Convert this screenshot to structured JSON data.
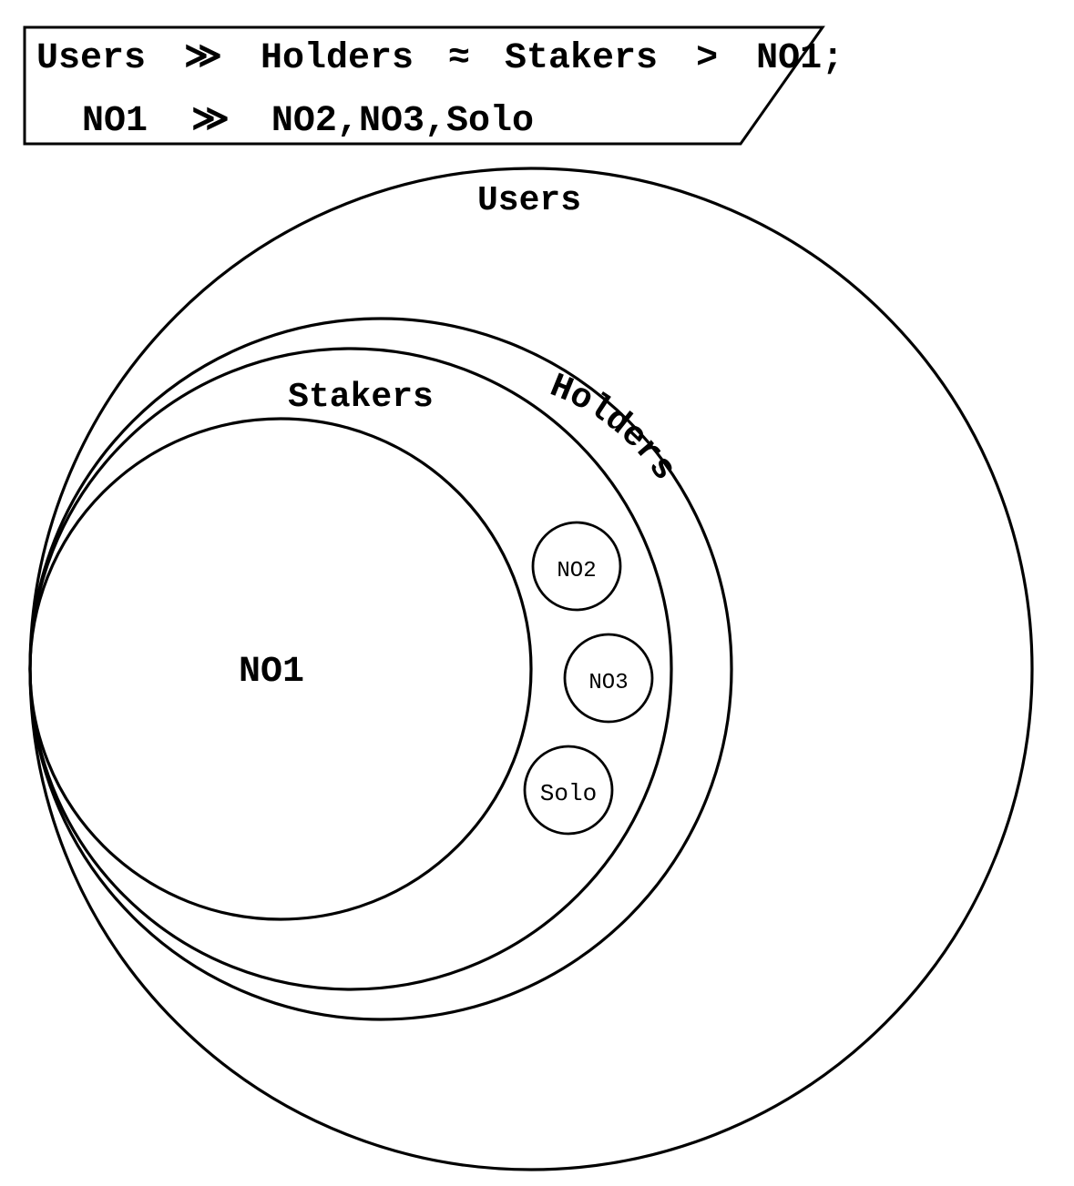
{
  "header": {
    "line1": {
      "users": "Users",
      "op1": "≫",
      "holders": "Holders",
      "op2": "≈",
      "stakers": "Stakers",
      "op3": ">",
      "no1": "NO1;"
    },
    "line2": {
      "no1": "NO1",
      "op": "≫",
      "rest": "NO2,NO3,Solo"
    }
  },
  "diagram": {
    "users_label": "Users",
    "holders_label": "Holders",
    "stakers_label": "Stakers",
    "no1_label": "NO1",
    "no2_label": "NO2",
    "no3_label": "NO3",
    "solo_label": "Solo"
  },
  "colors": {
    "stroke": "#000000",
    "background": "#ffffff"
  }
}
